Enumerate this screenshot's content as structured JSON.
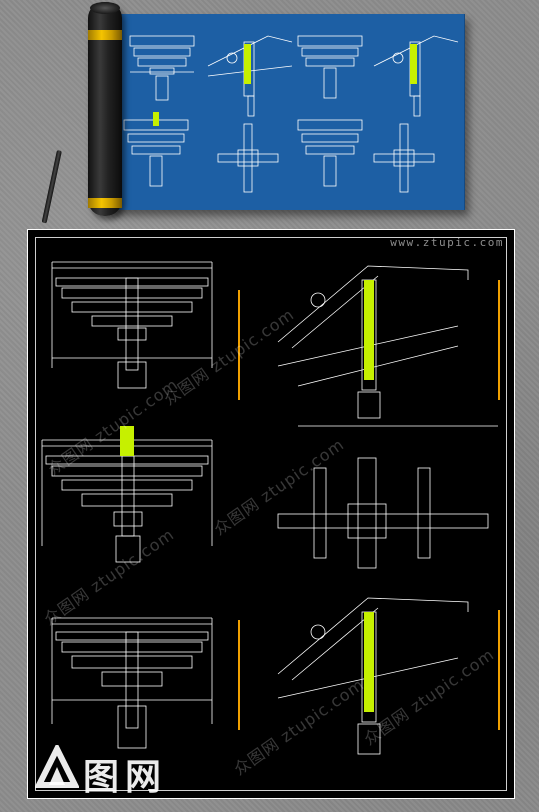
{
  "watermarks": {
    "url": "www.ztupic.com",
    "diagonal": [
      "众图网 ztupic.com",
      "众图网 ztupic.com",
      "众图网 ztupic.com",
      "众图网 ztupic.com",
      "众图网 ztupic.com",
      "众图网 ztupic.com"
    ]
  },
  "logo": {
    "text": "图网"
  },
  "colors": {
    "blueprint": "#1d5fa4",
    "cad_background": "#000000",
    "cad_lines": "#ffffff",
    "highlight": "#c6f000",
    "dimension": "#f0a000"
  }
}
